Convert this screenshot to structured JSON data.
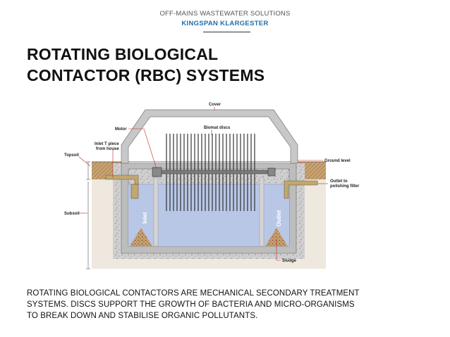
{
  "header": {
    "kicker": "OFF-MAINS WASTEWATER SOLUTIONS",
    "brand": "KINGSPAN KLARGESTER"
  },
  "title": {
    "line1": "ROTATING BIOLOGICAL",
    "line2": "CONTACTOR (RBC) SYSTEMS"
  },
  "diagram": {
    "labels": {
      "cover": "Cover",
      "motor": "Motor",
      "biomat_discs": "Biomat discs",
      "inlet_t_piece_1": "Inlet T piece",
      "inlet_t_piece_2": "from house",
      "topsoil": "Topsoil",
      "ground_level": "Ground level",
      "outlet_to_1": "Outlet to",
      "outlet_to_2": "polishing filter",
      "subsoil": "Subsoil",
      "inlet": "Inlet",
      "outlet": "Outlet",
      "sludge": "Sludge"
    },
    "colors": {
      "concrete": "#c8c8c8",
      "water": "#b9c7e6",
      "soil": "#efe8df",
      "topsoil": "#c9a271",
      "pipe": "#c1a770",
      "callout": "#c0282d"
    }
  },
  "description": {
    "line1": "ROTATING BIOLOGICAL CONTACTORS ARE MECHANICAL SECONDARY TREATMENT",
    "line2": "SYSTEMS. DISCS SUPPORT THE GROWTH OF BACTERIA AND MICRO-ORGANISMS",
    "line3": "TO BREAK DOWN AND STABILISE ORGANIC POLLUTANTS."
  }
}
